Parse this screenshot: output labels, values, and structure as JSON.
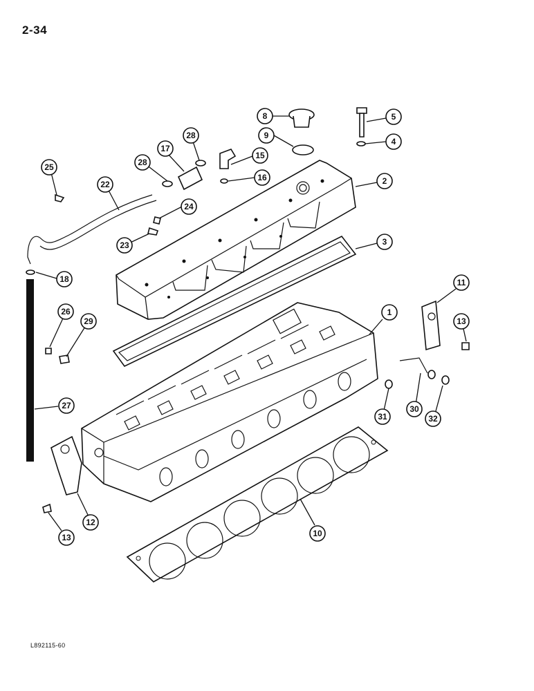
{
  "page_number": "2-34",
  "figure_code": "L892115-60",
  "callouts": [
    {
      "id": "c1",
      "label": "1"
    },
    {
      "id": "c2",
      "label": "2"
    },
    {
      "id": "c3",
      "label": "3"
    },
    {
      "id": "c4",
      "label": "4"
    },
    {
      "id": "c5",
      "label": "5"
    },
    {
      "id": "c8",
      "label": "8"
    },
    {
      "id": "c9",
      "label": "9"
    },
    {
      "id": "c10",
      "label": "10"
    },
    {
      "id": "c11",
      "label": "11"
    },
    {
      "id": "c12",
      "label": "12"
    },
    {
      "id": "c13a",
      "label": "13"
    },
    {
      "id": "c13b",
      "label": "13"
    },
    {
      "id": "c15",
      "label": "15"
    },
    {
      "id": "c16",
      "label": "16"
    },
    {
      "id": "c17",
      "label": "17"
    },
    {
      "id": "c18",
      "label": "18"
    },
    {
      "id": "c22",
      "label": "22"
    },
    {
      "id": "c23",
      "label": "23"
    },
    {
      "id": "c24",
      "label": "24"
    },
    {
      "id": "c25",
      "label": "25"
    },
    {
      "id": "c26",
      "label": "26"
    },
    {
      "id": "c27",
      "label": "27"
    },
    {
      "id": "c28a",
      "label": "28"
    },
    {
      "id": "c28b",
      "label": "28"
    },
    {
      "id": "c29",
      "label": "29"
    },
    {
      "id": "c30",
      "label": "30"
    },
    {
      "id": "c31",
      "label": "31"
    },
    {
      "id": "c32",
      "label": "32"
    }
  ]
}
